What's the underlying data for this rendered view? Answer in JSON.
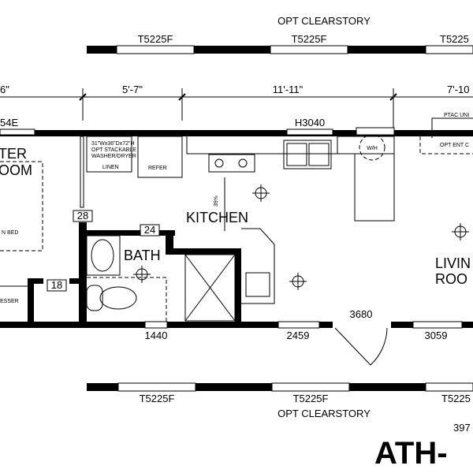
{
  "clearstory": {
    "top_label": "OPT CLEARSTORY",
    "bottom_label": "OPT CLEARSTORY"
  },
  "top_windows": [
    "T5225F",
    "T5225F",
    "T5225"
  ],
  "bottom_windows": [
    "T5225F",
    "T5225F",
    "T5225"
  ],
  "dimensions": [
    "6\"",
    "5'-7\"",
    "11'-11\"",
    "7'-10"
  ],
  "exterior_openings": {
    "left_window": "54E",
    "kitchen_window": "H3040",
    "bath_window": "1440",
    "kitchen_window_bottom": "2459",
    "entry_door": "3680",
    "living_window": "3059"
  },
  "rooms": {
    "bedroom_1": "TER",
    "bedroom_2": "OOM",
    "bed": "N BED",
    "dresser": "ESSER",
    "kitchen": "KITCHEN",
    "bath": "BATH",
    "living_1": "LIVIN",
    "living_2": "ROO"
  },
  "fixtures": {
    "washer_1": "31\"Wx36\"Dx72\"H",
    "washer_2": "OPT STACKABLE",
    "washer_3": "WASHER/DRYER",
    "linen": "LINEN",
    "refer": "REFER",
    "water_heater": "W/H",
    "ptac": "PTAC UNI",
    "opt_ent": "OPT ENT C",
    "counter_dim": "39⅝"
  },
  "door_tags": [
    "28",
    "24",
    "18"
  ],
  "footer": {
    "size": "397",
    "model": "ATH-"
  }
}
